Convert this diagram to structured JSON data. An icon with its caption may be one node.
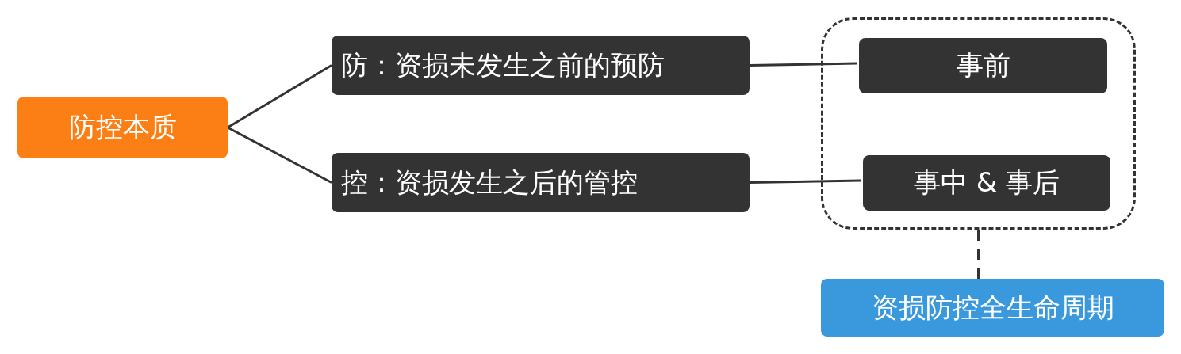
{
  "diagram": {
    "nodes": [
      {
        "text": [
          "防控本质"
        ]
      },
      {
        "text": [
          "防：资损未发生之前的预防"
        ]
      },
      {
        "text": [
          "控：资损发生之后的管控"
        ]
      },
      {
        "text": [],
        "shape": "box"
      },
      {
        "text": [
          "事前"
        ],
        "in": 3
      },
      {
        "text": [
          "事中 & 事后"
        ],
        "in": 3
      },
      {
        "text": [
          "资损防控全生命周期"
        ]
      }
    ],
    "edges": [
      {
        "from": 0,
        "to": 1,
        "arrow": "none"
      },
      {
        "from": 0,
        "to": 2,
        "arrow": "none"
      },
      {
        "from": 1,
        "to": 4,
        "arrow": "none"
      },
      {
        "from": 2,
        "to": 5,
        "arrow": "none"
      },
      {
        "from": 3,
        "to": 6,
        "arrow": "none",
        "style": "dashed"
      }
    ]
  }
}
